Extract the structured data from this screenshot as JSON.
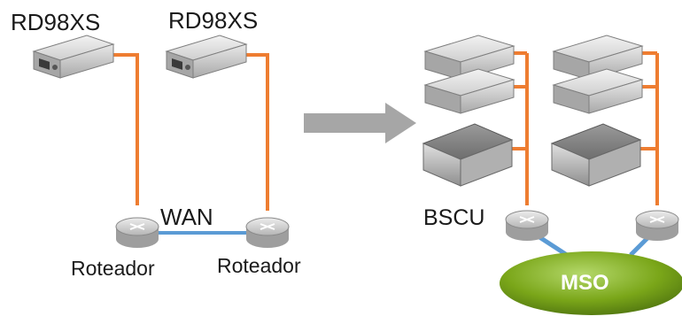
{
  "labels": {
    "device_left": "RD98XS",
    "device_right": "RD98XS",
    "wan": "WAN",
    "router_left": "Roteador",
    "router_right": "Roteador",
    "bscu": "BSCU",
    "mso": "MSO"
  },
  "colors": {
    "local_link": "#ee7d31",
    "network_link": "#5b9bd5",
    "arrow": "#a6a6a6",
    "mso_fill": "#7aa619",
    "device_body": "#d9d9d9",
    "router_body": "#e6e6e6"
  },
  "icons": {
    "rack_device": "rack-unit-icon",
    "switch": "network-switch-icon",
    "router": "router-icon",
    "cloud": "mso-ellipse"
  }
}
